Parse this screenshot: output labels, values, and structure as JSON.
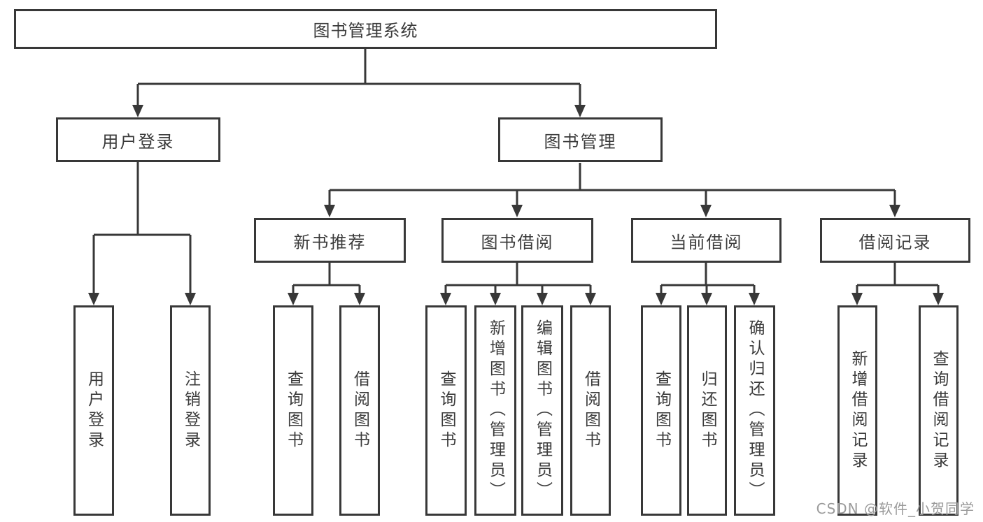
{
  "diagram": {
    "root": "图书管理系统",
    "login_branch": {
      "label": "用户登录",
      "children": [
        "用户登录",
        "注销登录"
      ]
    },
    "mgmt_branch": {
      "label": "图书管理",
      "groups": [
        {
          "label": "新书推荐",
          "children": [
            "查询图书",
            "借阅图书"
          ]
        },
        {
          "label": "图书借阅",
          "children": [
            "查询图书",
            "新增图书（管理员）",
            "编辑图书（管理员）",
            "借阅图书"
          ]
        },
        {
          "label": "当前借阅",
          "children": [
            "查询图书",
            "归还图书",
            "确认归还（管理员）"
          ]
        },
        {
          "label": "借阅记录",
          "children": [
            "新增借阅记录",
            "查询借阅记录"
          ]
        }
      ]
    }
  },
  "watermark": "CSDN @软件_小贺同学",
  "colors": {
    "line": "#383838",
    "text": "#3b3b3b",
    "watermark_text": "#9b9b9b",
    "background": "#ffffff"
  }
}
